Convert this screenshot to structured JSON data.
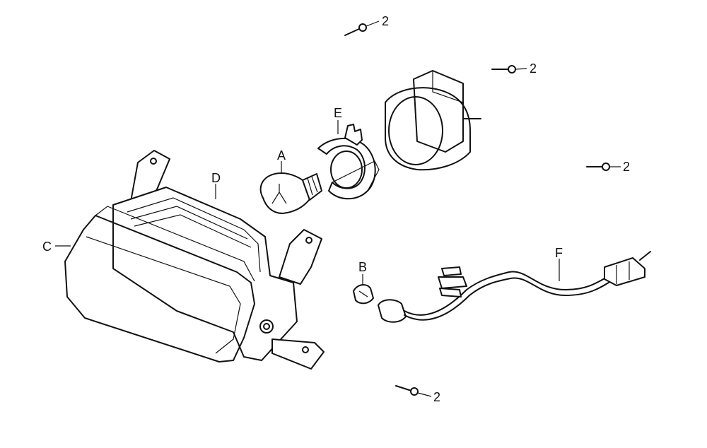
{
  "labels": {
    "bulb_a": "A",
    "bulb_b": "B",
    "lens_c": "C",
    "housing_d": "D",
    "socket_e": "E",
    "harness_f": "F",
    "screw": "2"
  }
}
